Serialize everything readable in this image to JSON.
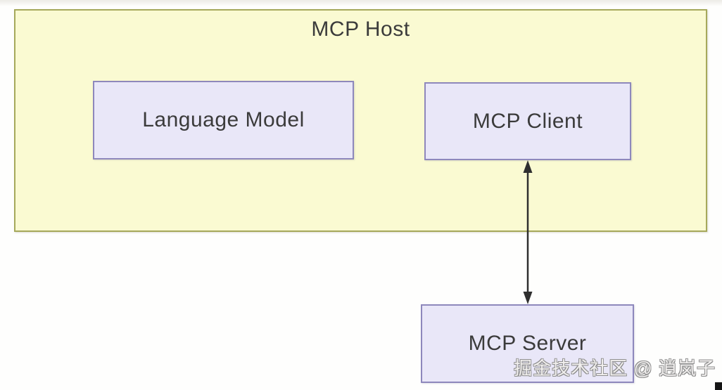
{
  "host": {
    "label": "MCP Host"
  },
  "nodes": {
    "language_model": {
      "label": "Language Model"
    },
    "mcp_client": {
      "label": "MCP Client"
    },
    "mcp_server": {
      "label": "MCP Server"
    }
  },
  "connections": [
    {
      "from": "mcp_client",
      "to": "mcp_server",
      "type": "bidirectional-arrow"
    }
  ],
  "watermark": {
    "text": "掘金技术社区 @ 逍岚子"
  },
  "colors": {
    "host_fill": "#FAFAD2",
    "host_border": "#A6A95B",
    "node_fill": "#E9E7F8",
    "node_border": "#8E88BC",
    "label_text": "#3B3B3B",
    "arrow": "#2F2F2F"
  }
}
